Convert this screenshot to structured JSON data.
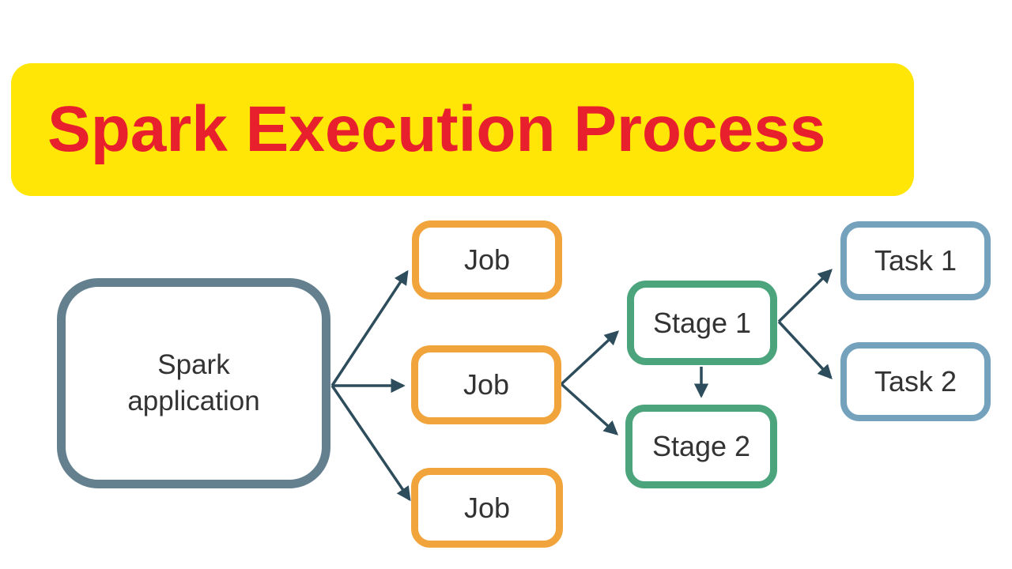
{
  "title": {
    "text": "Spark Execution Process",
    "background_color": "#FFE606",
    "text_color": "#E8202E"
  },
  "diagram": {
    "background_color": "#FFFFFF",
    "arrow_color": "#2E4D5C",
    "text_color": "#333333",
    "nodes": [
      {
        "id": "spark-application",
        "label": "Spark application",
        "border_color": "#64808F",
        "fill_color": "#FFFFFF"
      },
      {
        "id": "job-1",
        "label": "Job",
        "border_color": "#F2A43C",
        "fill_color": "#FFFFFF"
      },
      {
        "id": "job-2",
        "label": "Job",
        "border_color": "#F2A43C",
        "fill_color": "#FFFFFF"
      },
      {
        "id": "job-3",
        "label": "Job",
        "border_color": "#F2A43C",
        "fill_color": "#FFFFFF"
      },
      {
        "id": "stage-1",
        "label": "Stage 1",
        "border_color": "#4BA47C",
        "fill_color": "#FFFFFF"
      },
      {
        "id": "stage-2",
        "label": "Stage 2",
        "border_color": "#4BA47C",
        "fill_color": "#FFFFFF"
      },
      {
        "id": "task-1",
        "label": "Task 1",
        "border_color": "#74A2BD",
        "fill_color": "#FFFFFF"
      },
      {
        "id": "task-2",
        "label": "Task 2",
        "border_color": "#74A2BD",
        "fill_color": "#FFFFFF"
      }
    ],
    "edges": [
      {
        "from": "spark-application",
        "to": "job-1"
      },
      {
        "from": "spark-application",
        "to": "job-2"
      },
      {
        "from": "spark-application",
        "to": "job-3"
      },
      {
        "from": "job-2",
        "to": "stage-1"
      },
      {
        "from": "job-2",
        "to": "stage-2"
      },
      {
        "from": "stage-1",
        "to": "stage-2"
      },
      {
        "from": "stage-1",
        "to": "task-1"
      },
      {
        "from": "stage-1",
        "to": "task-2"
      }
    ]
  }
}
